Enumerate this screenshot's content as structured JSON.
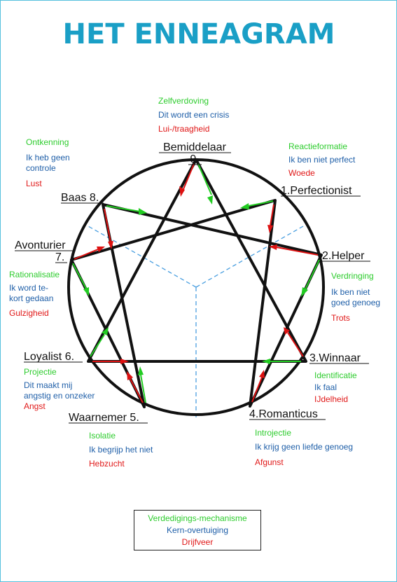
{
  "title": "HET ENNEAGRAM",
  "colors": {
    "title": "#1a9fc6",
    "defense": "#2ecc2e",
    "belief": "#1f5fa8",
    "drive": "#e01818",
    "ring": "#111111",
    "center_lines": "#4a9fe0",
    "arrow_green": "#22cc22",
    "arrow_red": "#dd1111"
  },
  "types": {
    "t9": {
      "label_line1": "Bemiddelaar",
      "label_line2": "9.",
      "defense": "Zelfverdoving",
      "belief": "Dit wordt een crisis",
      "drive": "Lui-/traagheid"
    },
    "t1": {
      "label": "1.Perfectionist",
      "defense": "Reactieformatie",
      "belief": "Ik ben niet perfect",
      "drive": "Woede"
    },
    "t2": {
      "label": "2.Helper",
      "defense": "Verdringing",
      "belief_line1": "Ik ben niet",
      "belief_line2": "goed genoeg",
      "drive": "Trots"
    },
    "t3": {
      "label": "3.Winnaar",
      "defense": "Identificatie",
      "belief": "Ik faal",
      "drive": "IJdelheid"
    },
    "t4": {
      "label": "4.Romanticus",
      "defense": "Introjectie",
      "belief": "Ik krijg geen liefde genoeg",
      "drive": "Afgunst"
    },
    "t5": {
      "label": "Waarnemer 5.",
      "defense": "Isolatie",
      "belief": "Ik begrijp het niet",
      "drive": "Hebzucht"
    },
    "t6": {
      "label": "Loyalist 6.",
      "defense": "Projectie",
      "belief_line1": "Dit maakt mij",
      "belief_line2": "angstig en onzeker",
      "drive": "Angst"
    },
    "t7": {
      "label_line1": "Avonturier",
      "label_line2": "7.",
      "defense": "Rationalisatie",
      "belief_line1": "Ik word te-",
      "belief_line2": "kort gedaan",
      "drive": "Gulzigheid"
    },
    "t8": {
      "label": "Baas 8.",
      "defense": "Ontkenning",
      "belief_line1": "Ik heb geen",
      "belief_line2": "controle",
      "drive": "Lust"
    }
  },
  "legend": {
    "defense": "Verdedigings-mechanisme",
    "belief": "Kern-overtuiging",
    "drive": "Drijfveer"
  }
}
